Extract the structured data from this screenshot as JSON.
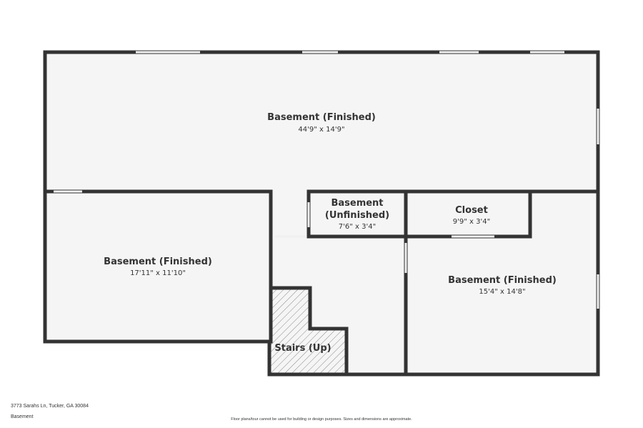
{
  "rooms": [
    {
      "name": "Basement (Finished)",
      "dims": "44'9\" x 14'9\""
    },
    {
      "name": "Basement (Finished)",
      "dims": "17'11\" x 11'10\""
    },
    {
      "name_line1": "Basement",
      "name_line2": "(Unfinished)",
      "dims": "7'6\" x 3'4\""
    },
    {
      "name": "Closet",
      "dims": "9'9\" x 3'4\""
    },
    {
      "name": "Basement (Finished)",
      "dims": "15'4\" x 14'8\""
    }
  ],
  "stairs": {
    "label": "Stairs (Up)"
  },
  "footer": {
    "address": "3773 Sarahs Ln, Tucker, GA 30084",
    "level": "Basement",
    "disclaimer": "Floor plans/tour cannot be used for building or design purposes. Sizes and dimensions are approximate."
  },
  "colors": {
    "wall": "#333333",
    "floor": "#f5f5f5",
    "window": "#dddddd",
    "hatch": "#8a8a8a"
  }
}
